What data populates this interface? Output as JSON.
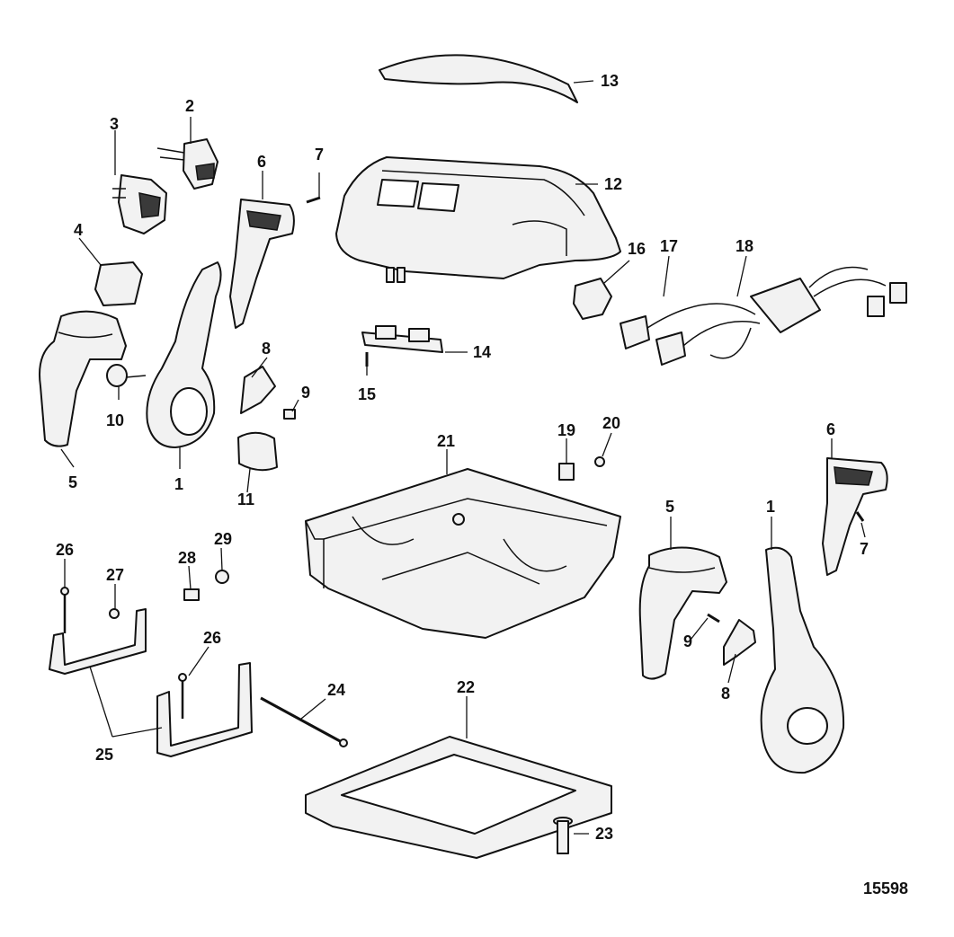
{
  "drawing_number": "15598",
  "callouts": [
    {
      "id": "c13",
      "label": "13"
    },
    {
      "id": "c2",
      "label": "2"
    },
    {
      "id": "c3",
      "label": "3"
    },
    {
      "id": "c6a",
      "label": "6"
    },
    {
      "id": "c7a",
      "label": "7"
    },
    {
      "id": "c12",
      "label": "12"
    },
    {
      "id": "c4",
      "label": "4"
    },
    {
      "id": "c16",
      "label": "16"
    },
    {
      "id": "c17",
      "label": "17"
    },
    {
      "id": "c18",
      "label": "18"
    },
    {
      "id": "c14",
      "label": "14"
    },
    {
      "id": "c8a",
      "label": "8"
    },
    {
      "id": "c9a",
      "label": "9"
    },
    {
      "id": "c10",
      "label": "10"
    },
    {
      "id": "c15",
      "label": "15"
    },
    {
      "id": "c20",
      "label": "20"
    },
    {
      "id": "c19",
      "label": "19"
    },
    {
      "id": "c21",
      "label": "21"
    },
    {
      "id": "c5a",
      "label": "5"
    },
    {
      "id": "c1a",
      "label": "1"
    },
    {
      "id": "c11",
      "label": "11"
    },
    {
      "id": "c6b",
      "label": "6"
    },
    {
      "id": "c5b",
      "label": "5"
    },
    {
      "id": "c1b",
      "label": "1"
    },
    {
      "id": "c7b",
      "label": "7"
    },
    {
      "id": "c26a",
      "label": "26"
    },
    {
      "id": "c29",
      "label": "29"
    },
    {
      "id": "c27",
      "label": "27"
    },
    {
      "id": "c28",
      "label": "28"
    },
    {
      "id": "c9b",
      "label": "9"
    },
    {
      "id": "c8b",
      "label": "8"
    },
    {
      "id": "c26b",
      "label": "26"
    },
    {
      "id": "c24",
      "label": "24"
    },
    {
      "id": "c22",
      "label": "22"
    },
    {
      "id": "c25",
      "label": "25"
    },
    {
      "id": "c23",
      "label": "23"
    }
  ]
}
